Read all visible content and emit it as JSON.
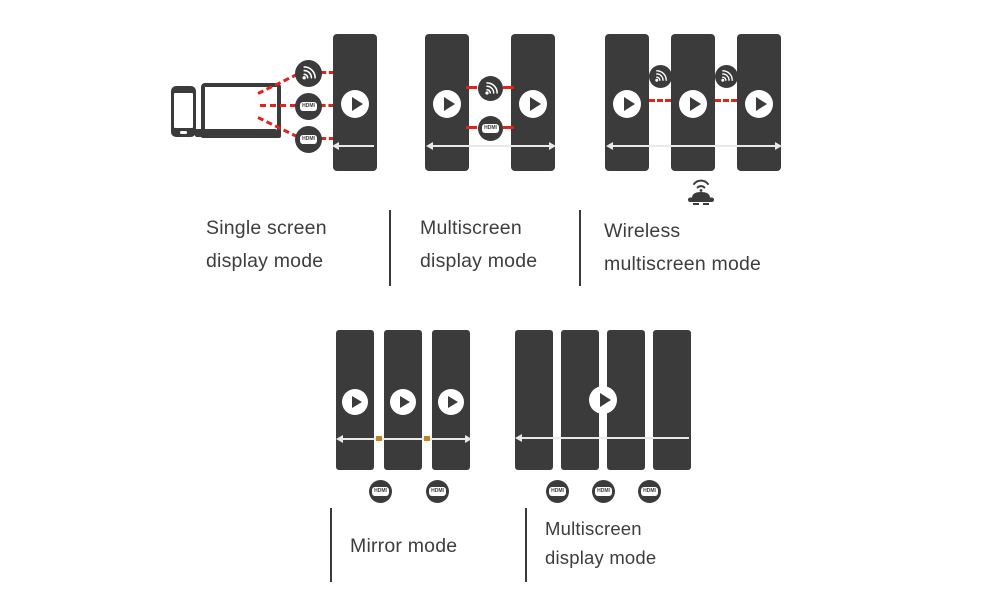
{
  "diagram": {
    "title": "Display modes diagram",
    "colors": {
      "panel": "#3b3b3b",
      "red_dashed": "#e0231b",
      "text": "#3d3d3d",
      "line": "#e9e9e9",
      "junction_mark": "#c08427",
      "background": "#ffffff"
    },
    "icons": {
      "hdmi_label": "HDMI",
      "wifi": "wireless-signal-icon",
      "play": "play-icon",
      "receiver": "wireless-receiver-icon"
    },
    "groups": {
      "single_screen": {
        "label_line1": "Single screen",
        "label_line2": "display mode"
      },
      "multiscreen_top": {
        "label_line1": "Multiscreen",
        "label_line2": "display mode"
      },
      "wireless": {
        "label_line1": "Wireless",
        "label_line2": "multiscreen mode"
      },
      "mirror": {
        "label_line1": "Mirror mode"
      },
      "multiscreen_bottom": {
        "label_line1": "Multiscreen",
        "label_line2": "display mode"
      }
    }
  }
}
